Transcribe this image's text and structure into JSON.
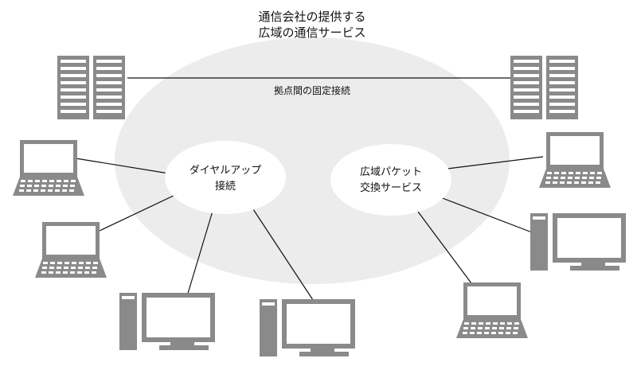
{
  "title": {
    "line1": "通信会社の提供する",
    "line2": "広域の通信サービス"
  },
  "fixed_connection_label": "拠点間の固定接続",
  "dialup": {
    "line1": "ダイヤルアップ",
    "line2": "接続"
  },
  "packet": {
    "line1": "広域パケット",
    "line2": "交換サービス"
  },
  "colors": {
    "device": "#8a8a8a",
    "cloud": "#ececec",
    "inner": "#ffffff",
    "line": "#111111"
  },
  "icons": [
    "server-rack-icon",
    "laptop-icon",
    "desktop-pc-icon"
  ]
}
